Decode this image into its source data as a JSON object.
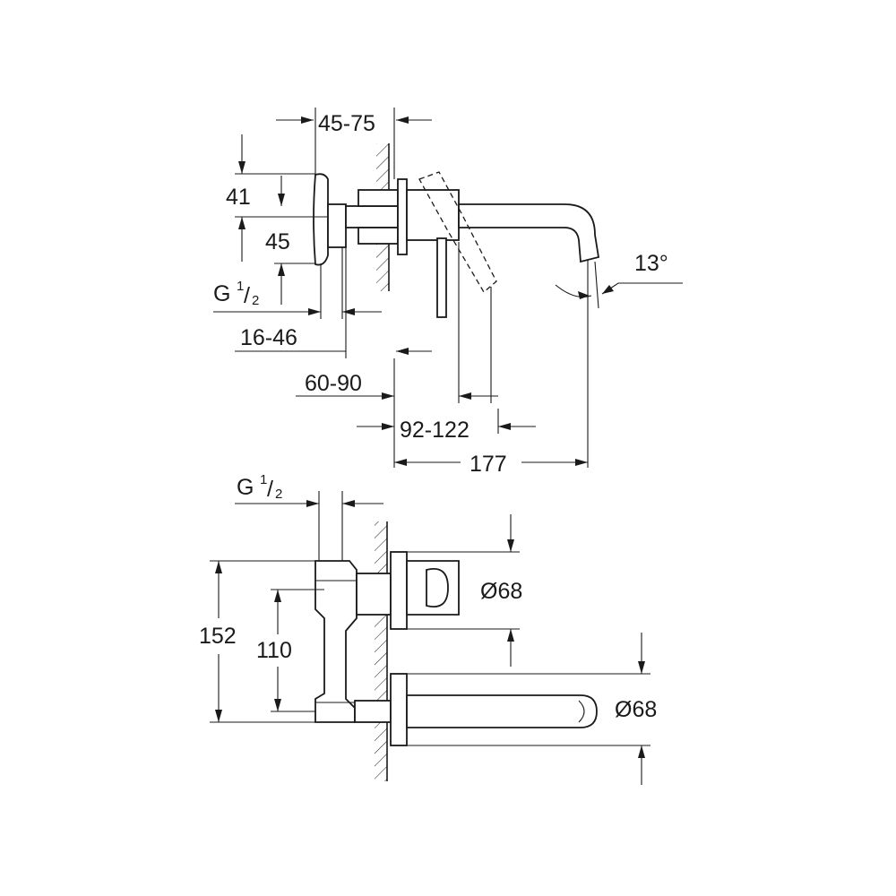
{
  "side_view": {
    "dim_wall_depth": "45-75",
    "dim_lever_height": "41",
    "dim_body_height": "45",
    "thread_prefix": "G ",
    "thread_num": "1",
    "thread_den": "2",
    "dim_thread_offset": "16-46",
    "dim_wall_to_lever": "60-90",
    "dim_lever_reach": "92-122",
    "dim_spout_length": "177",
    "dim_spout_angle": "13°"
  },
  "front_view": {
    "thread_prefix": "G ",
    "thread_num": "1",
    "thread_den": "2",
    "dim_overall_height": "152",
    "dim_connection_spacing": "110",
    "dim_lever_plate_diameter": "Ø68",
    "dim_spout_plate_diameter": "Ø68"
  }
}
